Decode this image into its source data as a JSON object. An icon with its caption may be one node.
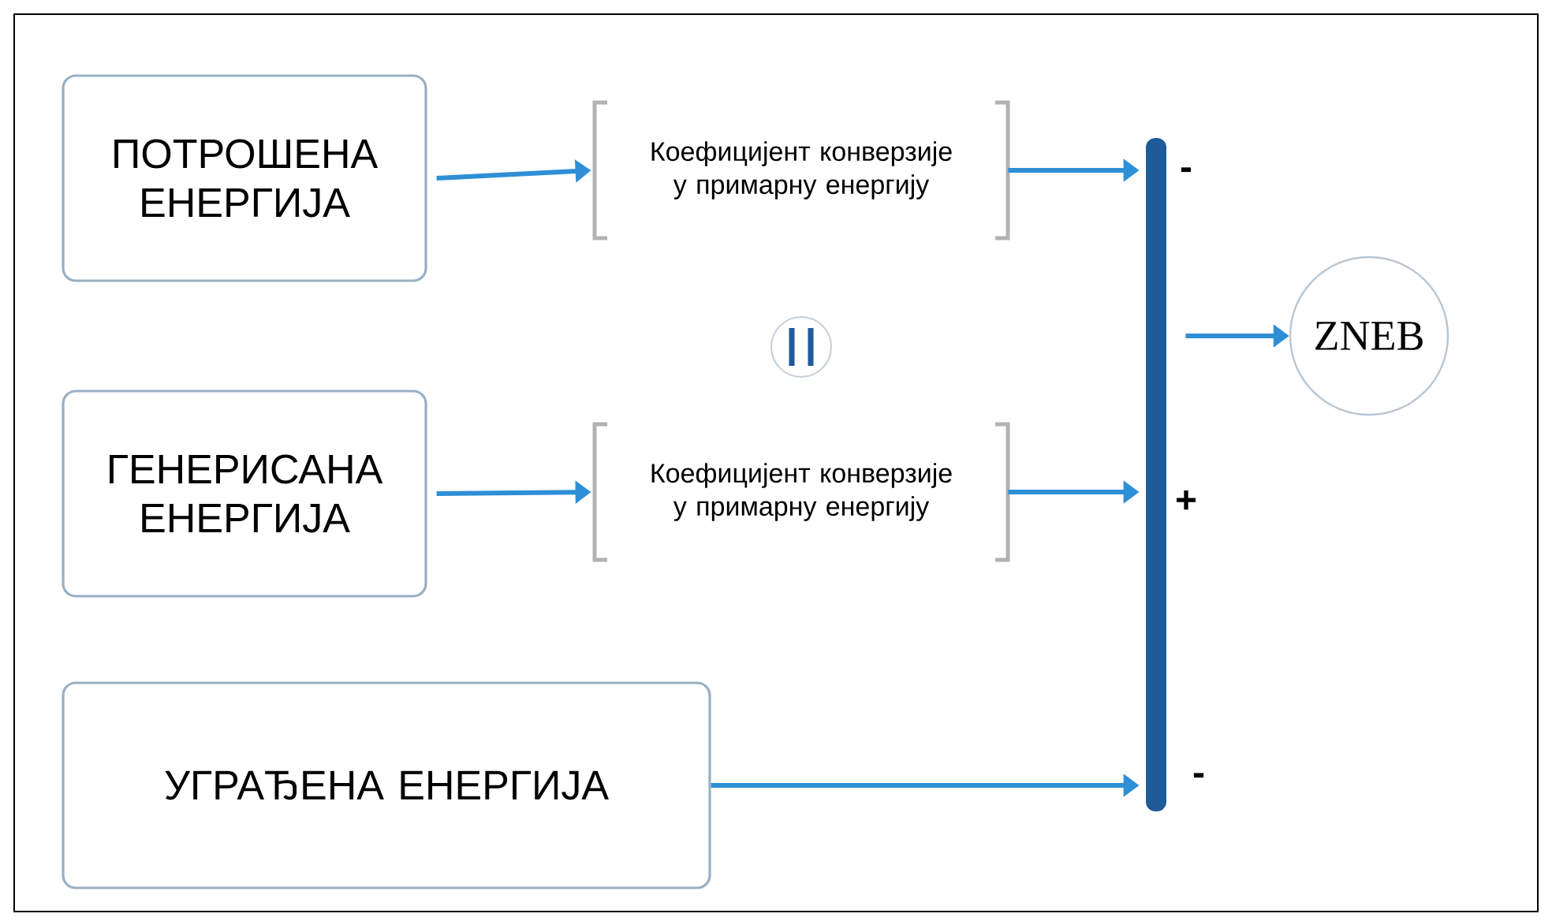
{
  "diagram": {
    "nodes": [
      {
        "text": [
          "ПОТРОШЕНА ЕНЕРГИЈА"
        ]
      },
      {
        "text": [
          "Коефицијент конверзије у примарну енергију"
        ]
      },
      {
        "text": [
          "ГЕНЕРИСАНА ЕНЕРГИЈА"
        ]
      },
      {
        "text": [
          "Коефицијент конверзије у примарну енергију"
        ]
      },
      {
        "text": [
          "УГРАЂЕНА  ЕНЕРГИЈА"
        ]
      },
      {
        "text": [],
        "shape": "bar"
      },
      {
        "text": [
          "ZNEB"
        ]
      }
    ],
    "edges": [
      {
        "from": 0,
        "to": 1,
        "arrow": "to"
      },
      {
        "from": 1,
        "to": 5,
        "arrow": "to"
      },
      {
        "from": 2,
        "to": 3,
        "arrow": "to"
      },
      {
        "from": 3,
        "to": 5,
        "arrow": "to"
      },
      {
        "from": 4,
        "to": 5,
        "arrow": "to"
      },
      {
        "from": 5,
        "to": 6,
        "arrow": "to"
      }
    ],
    "labels": [
      "-",
      "+",
      "-"
    ]
  }
}
